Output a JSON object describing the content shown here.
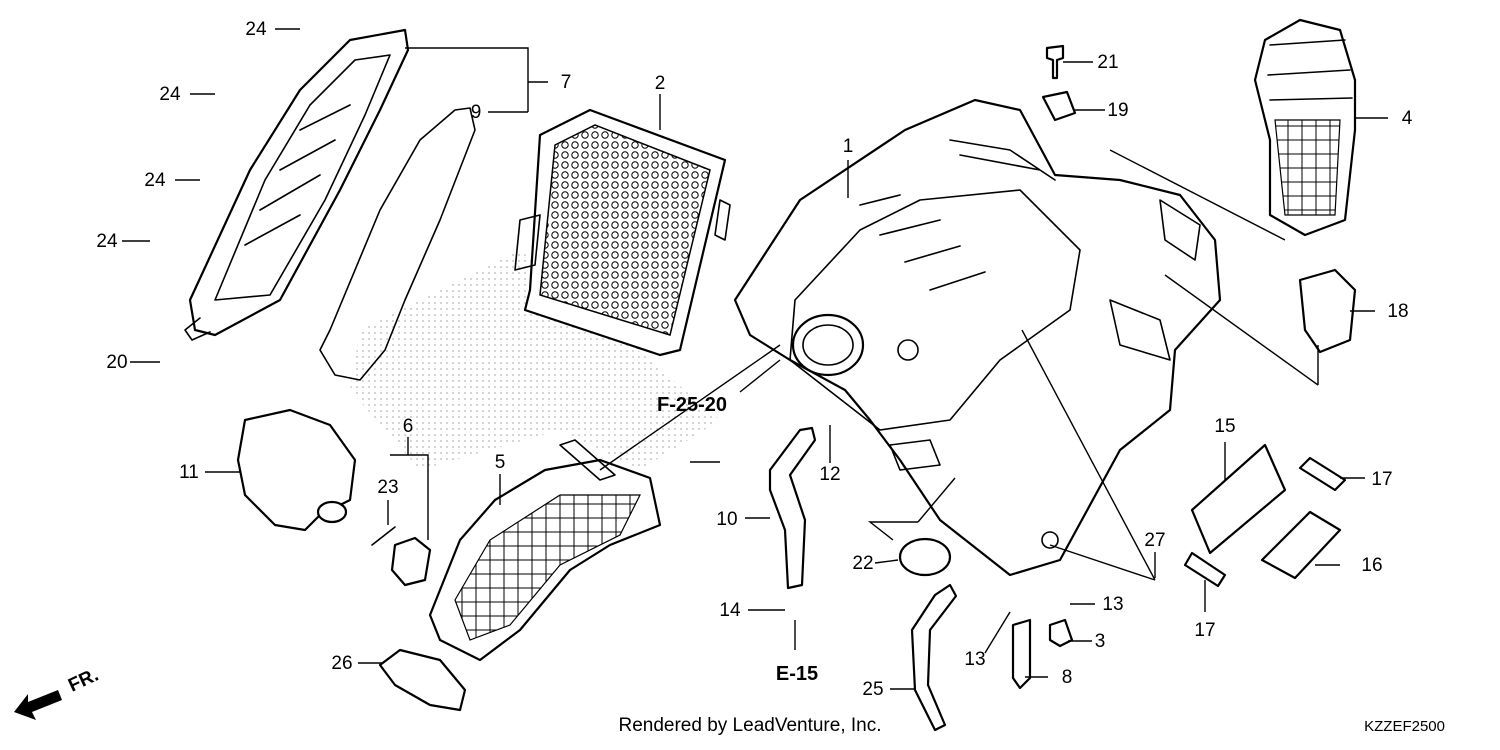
{
  "diagram": {
    "callouts": [
      {
        "id": "1",
        "label": "1"
      },
      {
        "id": "2",
        "label": "2"
      },
      {
        "id": "3",
        "label": "3"
      },
      {
        "id": "4",
        "label": "4"
      },
      {
        "id": "5",
        "label": "5"
      },
      {
        "id": "6",
        "label": "6"
      },
      {
        "id": "7",
        "label": "7"
      },
      {
        "id": "8",
        "label": "8"
      },
      {
        "id": "9",
        "label": "9"
      },
      {
        "id": "10",
        "label": "10"
      },
      {
        "id": "11",
        "label": "11"
      },
      {
        "id": "12",
        "label": "12"
      },
      {
        "id": "13a",
        "label": "13"
      },
      {
        "id": "13b",
        "label": "13"
      },
      {
        "id": "14",
        "label": "14"
      },
      {
        "id": "15",
        "label": "15"
      },
      {
        "id": "16",
        "label": "16"
      },
      {
        "id": "17a",
        "label": "17"
      },
      {
        "id": "17b",
        "label": "17"
      },
      {
        "id": "18",
        "label": "18"
      },
      {
        "id": "19",
        "label": "19"
      },
      {
        "id": "20",
        "label": "20"
      },
      {
        "id": "21",
        "label": "21"
      },
      {
        "id": "22",
        "label": "22"
      },
      {
        "id": "23",
        "label": "23"
      },
      {
        "id": "24a",
        "label": "24"
      },
      {
        "id": "24b",
        "label": "24"
      },
      {
        "id": "24c",
        "label": "24"
      },
      {
        "id": "24d",
        "label": "24"
      },
      {
        "id": "25",
        "label": "25"
      },
      {
        "id": "26",
        "label": "26"
      },
      {
        "id": "27",
        "label": "27"
      }
    ],
    "section_refs": {
      "f_ref": "F-25-20",
      "e_ref": "E-15"
    },
    "direction_label": "FR.",
    "footer_text": "Rendered by LeadVenture, Inc.",
    "diagram_code": "KZZEF2500"
  }
}
